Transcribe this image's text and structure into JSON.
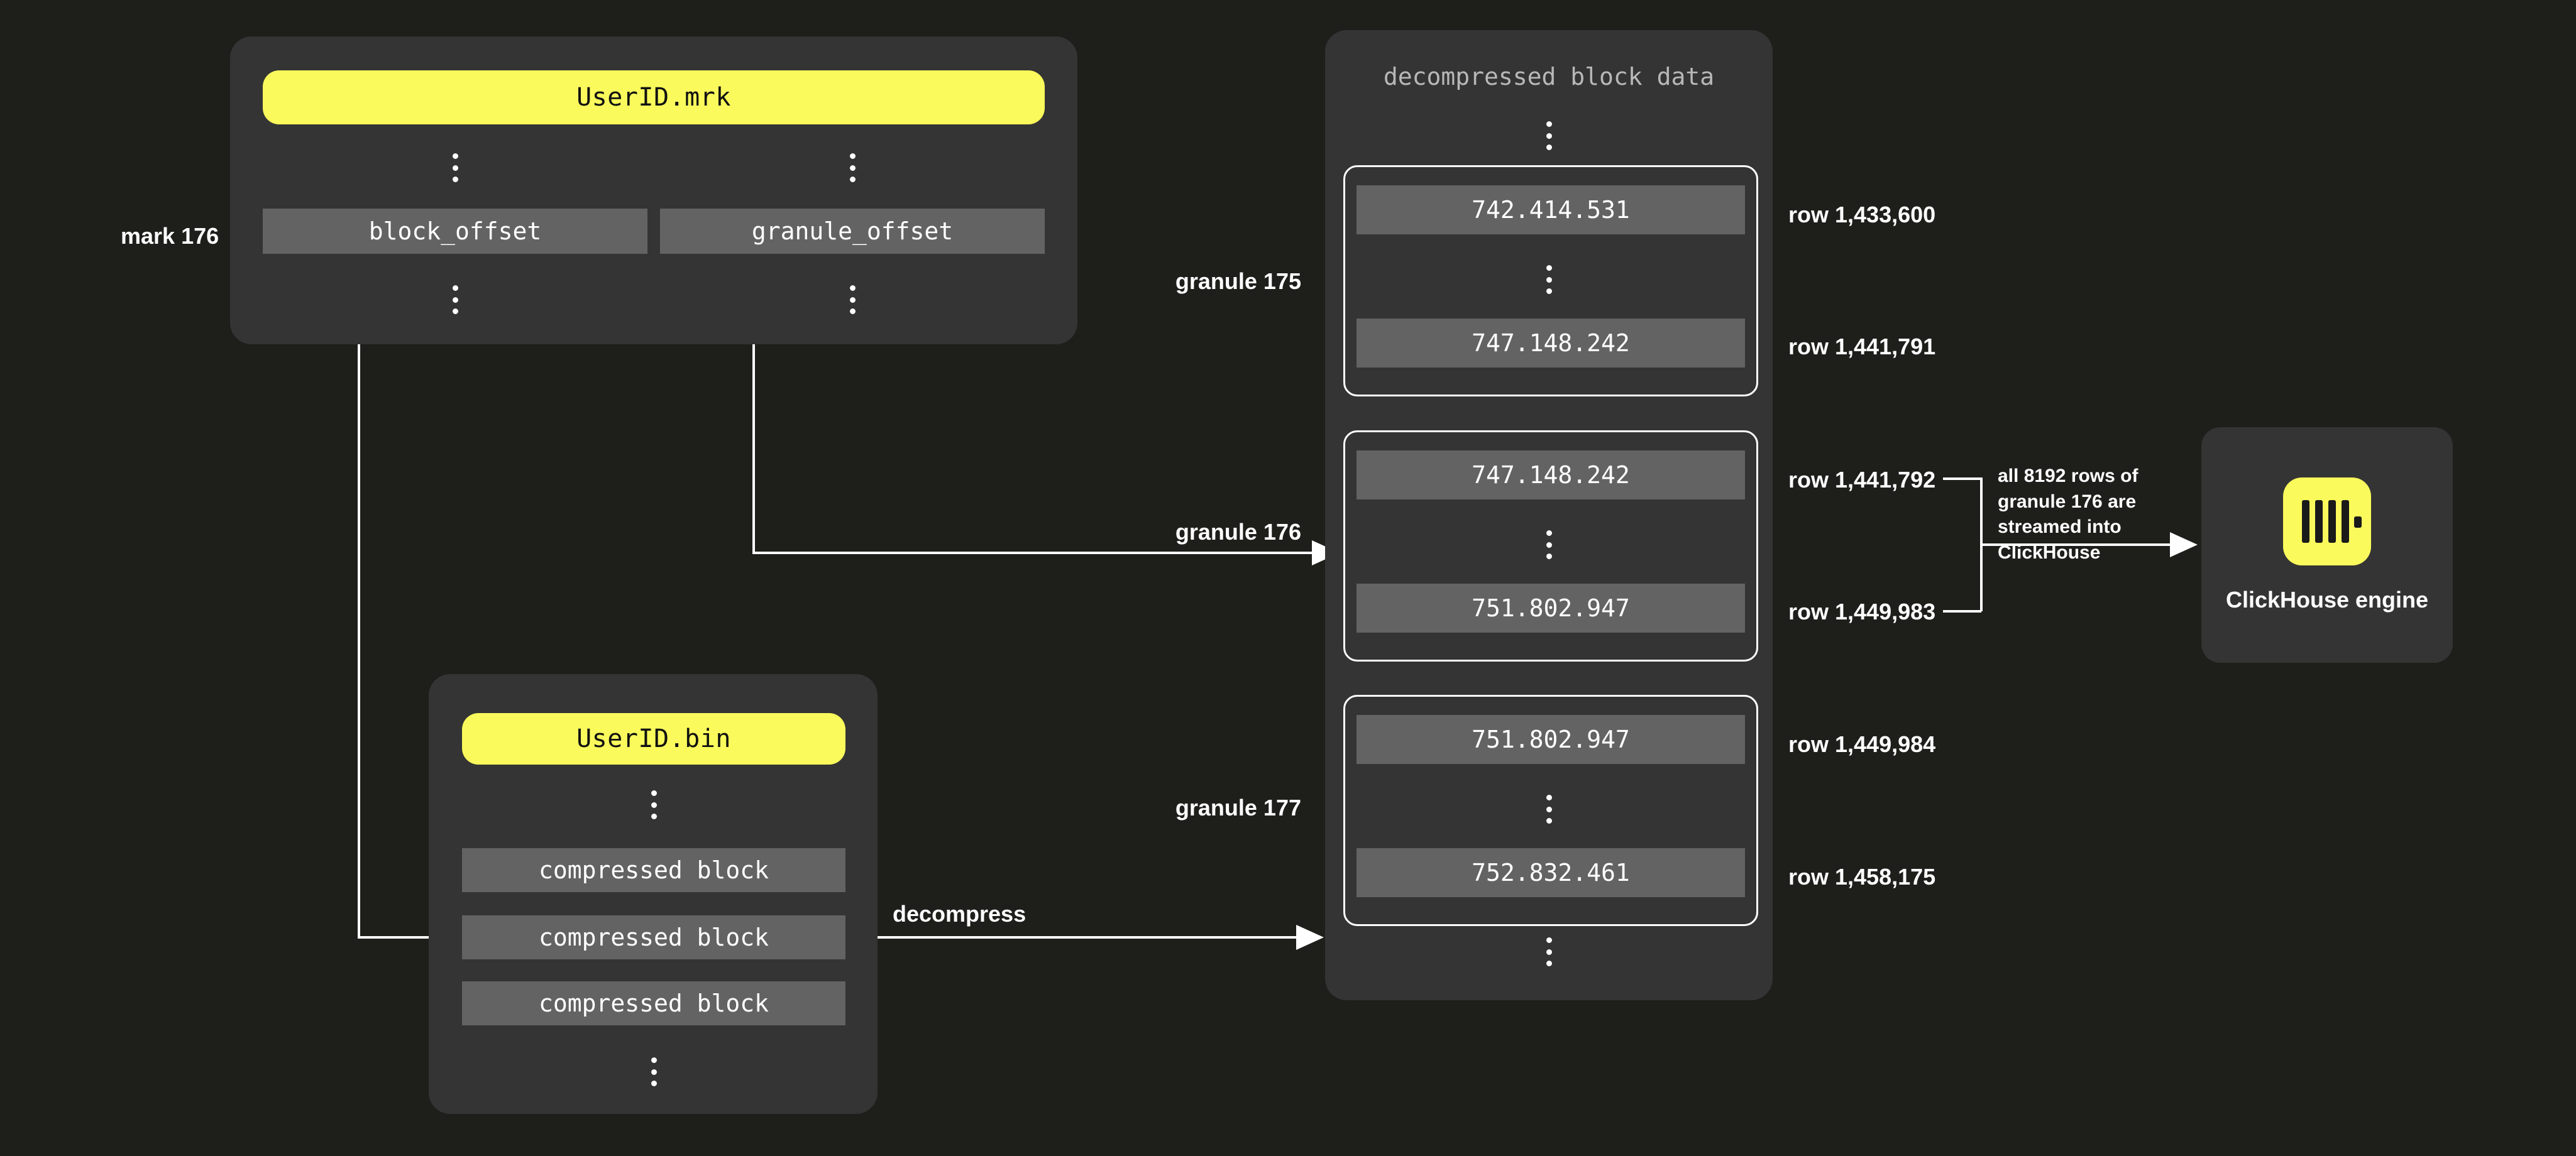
{
  "diagram": {
    "background_color": "#1e1e1b",
    "panel_color": "#343434",
    "slab_color": "#636363",
    "accent_color": "#fafa5c",
    "line_color": "#ffffff"
  },
  "mark_label": "mark 176",
  "mrk_panel": {
    "file_label": "UserID.mrk",
    "columns": [
      {
        "label": "block_offset"
      },
      {
        "label": "granule_offset"
      }
    ]
  },
  "bin_panel": {
    "file_label": "UserID.bin",
    "blocks": [
      {
        "label": "compressed block"
      },
      {
        "label": "compressed block"
      },
      {
        "label": "compressed block"
      }
    ]
  },
  "decompressed_panel": {
    "title": "decompressed block data",
    "granules": [
      {
        "name": "granule 175",
        "first_value": "742.414.531",
        "last_value": "747.148.242",
        "first_row": "row 1,433,600",
        "last_row": "row 1,441,791"
      },
      {
        "name": "granule 176",
        "first_value": "747.148.242",
        "last_value": "751.802.947",
        "first_row": "row 1,441,792",
        "last_row": "row 1,449,983"
      },
      {
        "name": "granule 177",
        "first_value": "751.802.947",
        "last_value": "752.832.461",
        "first_row": "row 1,449,984",
        "last_row": "row 1,458,175"
      }
    ]
  },
  "edges": {
    "decompress_label": "decompress",
    "stream_note": "all 8192 rows of granule 176 are streamed into ClickHouse"
  },
  "engine": {
    "label": "ClickHouse engine",
    "logo_name": "clickhouse-logo"
  }
}
